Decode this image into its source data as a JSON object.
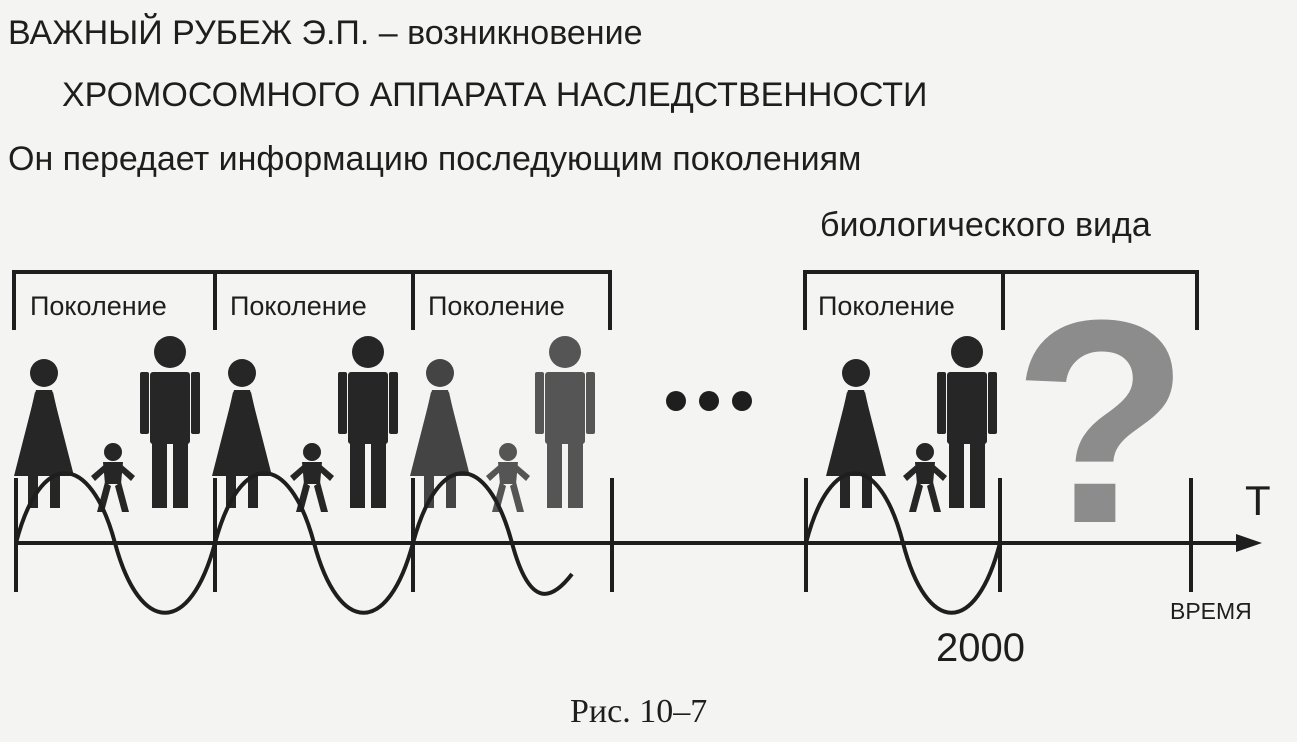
{
  "title_line_1": "ВАЖНЫЙ РУБЕЖ Э.П. – возникновение",
  "title_line_2": "ХРОМОСОМНОГО АППАРАТА НАСЛЕДСТВЕННОСТИ",
  "subtitle_line_1": "Он передает информацию последующим поколениям",
  "subtitle_line_2": "биологического вида",
  "generation_label": "Поколение",
  "generation_count_shown": 4,
  "ellipsis_dots": 3,
  "question_mark": "?",
  "axis_label": "T",
  "axis_caption": "ВРЕМЯ",
  "year_marker": "2000",
  "figure_caption": "Рис. 10–7",
  "colors": {
    "ink": "#1e1e1e",
    "figure_dark": "#262626",
    "figure_light": "#555555",
    "question_mark": "#8c8c8c",
    "background": "#f4f4f2"
  }
}
